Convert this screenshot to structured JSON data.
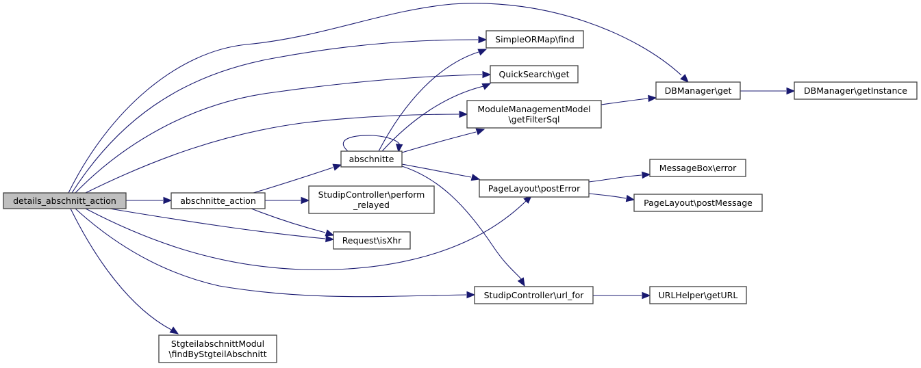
{
  "diagram": {
    "type": "call-graph",
    "colors": {
      "edge": "#191970",
      "root_fill": "#bfbfbf",
      "node_fill": "#ffffff",
      "node_border": "#404040"
    },
    "nodes": [
      {
        "id": "details_abschnitt_action",
        "lines": [
          "details_abschnitt_action"
        ],
        "root": true
      },
      {
        "id": "abschnitte_action",
        "lines": [
          "abschnitte_action"
        ]
      },
      {
        "id": "abschnitte",
        "lines": [
          "abschnitte"
        ]
      },
      {
        "id": "simpleormap_find",
        "lines": [
          "SimpleORMap\\find"
        ]
      },
      {
        "id": "quicksearch_get",
        "lines": [
          "QuickSearch\\get"
        ]
      },
      {
        "id": "mmm_getfiltersql",
        "lines": [
          "ModuleManagementModel",
          "\\getFilterSql"
        ]
      },
      {
        "id": "dbmanager_get",
        "lines": [
          "DBManager\\get"
        ]
      },
      {
        "id": "dbmanager_getinstance",
        "lines": [
          "DBManager\\getInstance"
        ]
      },
      {
        "id": "pagelayout_posterror",
        "lines": [
          "PageLayout\\postError"
        ]
      },
      {
        "id": "messagebox_error",
        "lines": [
          "MessageBox\\error"
        ]
      },
      {
        "id": "pagelayout_postmessage",
        "lines": [
          "PageLayout\\postMessage"
        ]
      },
      {
        "id": "studip_perform_relayed",
        "lines": [
          "StudipController\\perform",
          "_relayed"
        ]
      },
      {
        "id": "request_isxhr",
        "lines": [
          "Request\\isXhr"
        ]
      },
      {
        "id": "studip_url_for",
        "lines": [
          "StudipController\\url_for"
        ]
      },
      {
        "id": "urlhelper_geturl",
        "lines": [
          "URLHelper\\getURL"
        ]
      },
      {
        "id": "stgteil_find",
        "lines": [
          "StgteilabschnittModul",
          "\\findByStgteilAbschnitt"
        ]
      }
    ],
    "edges": [
      {
        "from": "details_abschnitt_action",
        "to": "abschnitte_action"
      },
      {
        "from": "details_abschnitt_action",
        "to": "dbmanager_get"
      },
      {
        "from": "details_abschnitt_action",
        "to": "simpleormap_find"
      },
      {
        "from": "details_abschnitt_action",
        "to": "quicksearch_get"
      },
      {
        "from": "details_abschnitt_action",
        "to": "mmm_getfiltersql"
      },
      {
        "from": "details_abschnitt_action",
        "to": "request_isxhr"
      },
      {
        "from": "details_abschnitt_action",
        "to": "pagelayout_posterror"
      },
      {
        "from": "details_abschnitt_action",
        "to": "studip_url_for"
      },
      {
        "from": "details_abschnitt_action",
        "to": "stgteil_find"
      },
      {
        "from": "abschnitte_action",
        "to": "abschnitte"
      },
      {
        "from": "abschnitte_action",
        "to": "studip_perform_relayed"
      },
      {
        "from": "abschnitte_action",
        "to": "request_isxhr"
      },
      {
        "from": "abschnitte",
        "to": "abschnitte"
      },
      {
        "from": "abschnitte",
        "to": "simpleormap_find"
      },
      {
        "from": "abschnitte",
        "to": "quicksearch_get"
      },
      {
        "from": "abschnitte",
        "to": "mmm_getfiltersql"
      },
      {
        "from": "abschnitte",
        "to": "pagelayout_posterror"
      },
      {
        "from": "abschnitte",
        "to": "studip_url_for"
      },
      {
        "from": "mmm_getfiltersql",
        "to": "dbmanager_get"
      },
      {
        "from": "dbmanager_get",
        "to": "dbmanager_getinstance"
      },
      {
        "from": "pagelayout_posterror",
        "to": "messagebox_error"
      },
      {
        "from": "pagelayout_posterror",
        "to": "pagelayout_postmessage"
      },
      {
        "from": "studip_url_for",
        "to": "urlhelper_geturl"
      }
    ]
  }
}
